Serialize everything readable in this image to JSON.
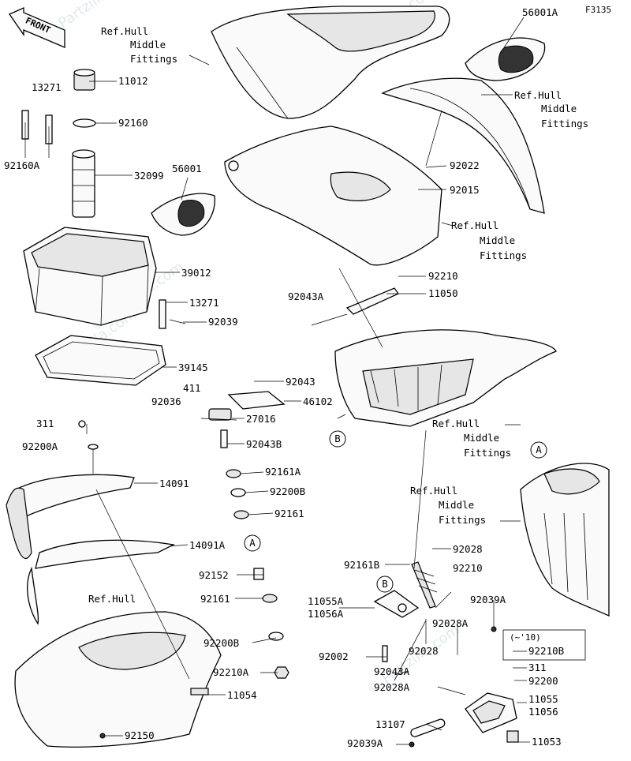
{
  "figure_code": "F3135",
  "front_label": "FRONT",
  "watermark": "© Partzilla.com",
  "refs": [
    "A",
    "B"
  ],
  "labels": {
    "p56001A": "56001A",
    "ref_hull_1": [
      "Ref.Hull",
      "Middle",
      "Fittings"
    ],
    "ref_hull_2": [
      "Ref.Hull",
      "Middle",
      "Fittings"
    ],
    "ref_hull_3": [
      "Ref.Hull",
      "Middle",
      "Fittings"
    ],
    "ref_hull_4": [
      "Ref.Hull",
      "Middle",
      "Fittings"
    ],
    "ref_hull_5": [
      "Ref.Hull",
      "Middle",
      "Fittings"
    ],
    "ref_hull_6": "Ref.Hull",
    "p13271a": "13271",
    "p11012": "11012",
    "p92160": "92160",
    "p92160A": "92160A",
    "p32099": "32099",
    "p56001": "56001",
    "p92022": "92022",
    "p92015": "92015",
    "p39012": "39012",
    "p92210a": "92210",
    "p92043A": "92043A",
    "p11050": "11050",
    "p13271b": "13271",
    "p92039": "92039",
    "p39145": "39145",
    "p92043": "92043",
    "p411": "411",
    "p92036": "92036",
    "p46102": "46102",
    "p27016": "27016",
    "p311a": "311",
    "p92043B": "92043B",
    "p92200A": "92200A",
    "p92161A": "92161A",
    "p14091": "14091",
    "p92200Ba": "92200B",
    "p92161a": "92161",
    "p14091A": "14091A",
    "p92152": "92152",
    "p92161b": "92161",
    "p92028a": "92028",
    "p92161B": "92161B",
    "p92210b": "92210",
    "p11055A": "11055A",
    "p11056A": "11056A",
    "p92039A_a": "92039A",
    "p92200Bb": "92200B",
    "p92028A_a": "92028A",
    "p10note": "(~'10)",
    "p92210B": "92210B",
    "p92002": "92002",
    "p92028b": "92028",
    "p311b": "311",
    "p92210A": "92210A",
    "p92043A_b": "92043A",
    "p92200": "92200",
    "p11054": "11054",
    "p92028A_b": "92028A",
    "p11055": "11055",
    "p11056": "11056",
    "p13107": "13107",
    "p92150": "92150",
    "p92039A_b": "92039A",
    "p11053": "11053"
  }
}
